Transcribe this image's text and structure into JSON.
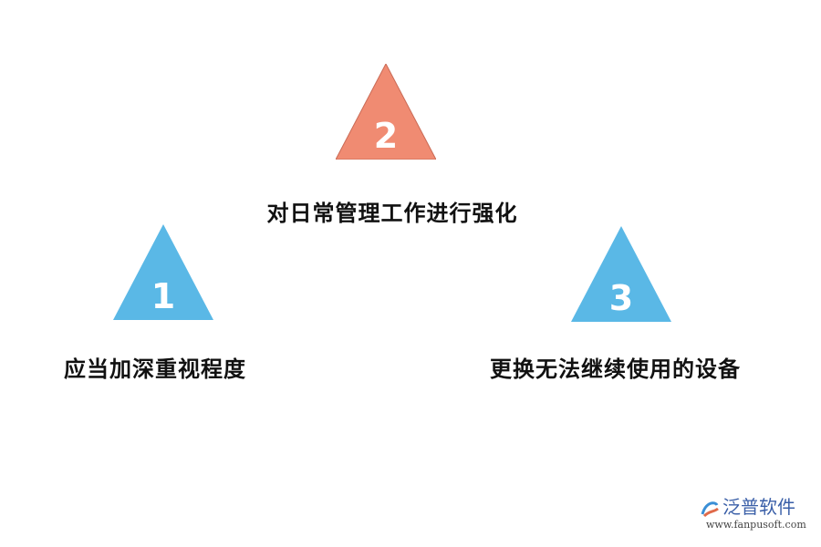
{
  "colors": {
    "accent_salmon": "#f08b72",
    "accent_blue": "#5ab8e6",
    "text": "#111111",
    "watermark": "#3a5fa8"
  },
  "nodes": [
    {
      "number": "1",
      "label": "应当加深重视程度",
      "color": "#5ab8e6"
    },
    {
      "number": "2",
      "label": "对日常管理工作进行强化",
      "color": "#f08b72"
    },
    {
      "number": "3",
      "label": "更换无法继续使用的设备",
      "color": "#5ab8e6"
    }
  ],
  "watermark": {
    "name": "泛普软件",
    "url": "www.fanpusoft.com",
    "icon": "fanpu-logo-icon"
  }
}
